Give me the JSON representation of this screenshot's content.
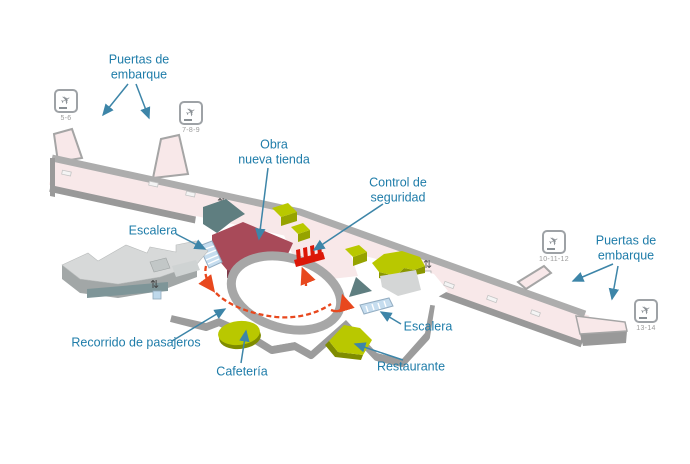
{
  "diagram": {
    "labels": {
      "gates_left": {
        "line1": "Puertas de",
        "line2": "embarque"
      },
      "gates_right": {
        "line1": "Puertas de",
        "line2": "embarque"
      },
      "construction": {
        "line1": "Obra",
        "line2": "nueva tienda"
      },
      "security": {
        "line1": "Control de",
        "line2": "seguridad"
      },
      "stairs_left": "Escalera",
      "stairs_right": "Escalera",
      "passenger_route": "Recorrido de pasajeros",
      "cafeteria": "Cafetería",
      "restaurant": "Restaurante"
    },
    "gates": {
      "left_outer": "5-6",
      "left_inner": "7-8-9",
      "right_inner": "10-11-12",
      "right_outer": "13-14"
    },
    "icons": {
      "plane": "✈",
      "stairs": "⇅"
    },
    "colors": {
      "label_text": "#1E7CA9",
      "arrow_blue": "#3D85A8",
      "route_orange": "#E8481E",
      "concourse_pink": "#F8E8E9",
      "construction_maroon": "#A84A59",
      "construction_maroon_dark": "#7E3A49",
      "amenity_green": "#B9C800",
      "amenity_green_dark": "#7F8C00",
      "security_red": "#DC1708",
      "stairs_blue": "#C6DDEF",
      "wall_gray": "#9C9C9C",
      "band_gray": "#ADADAD",
      "teal_dark": "#5F7E80",
      "platform_gray": "#D7D9D9"
    }
  }
}
